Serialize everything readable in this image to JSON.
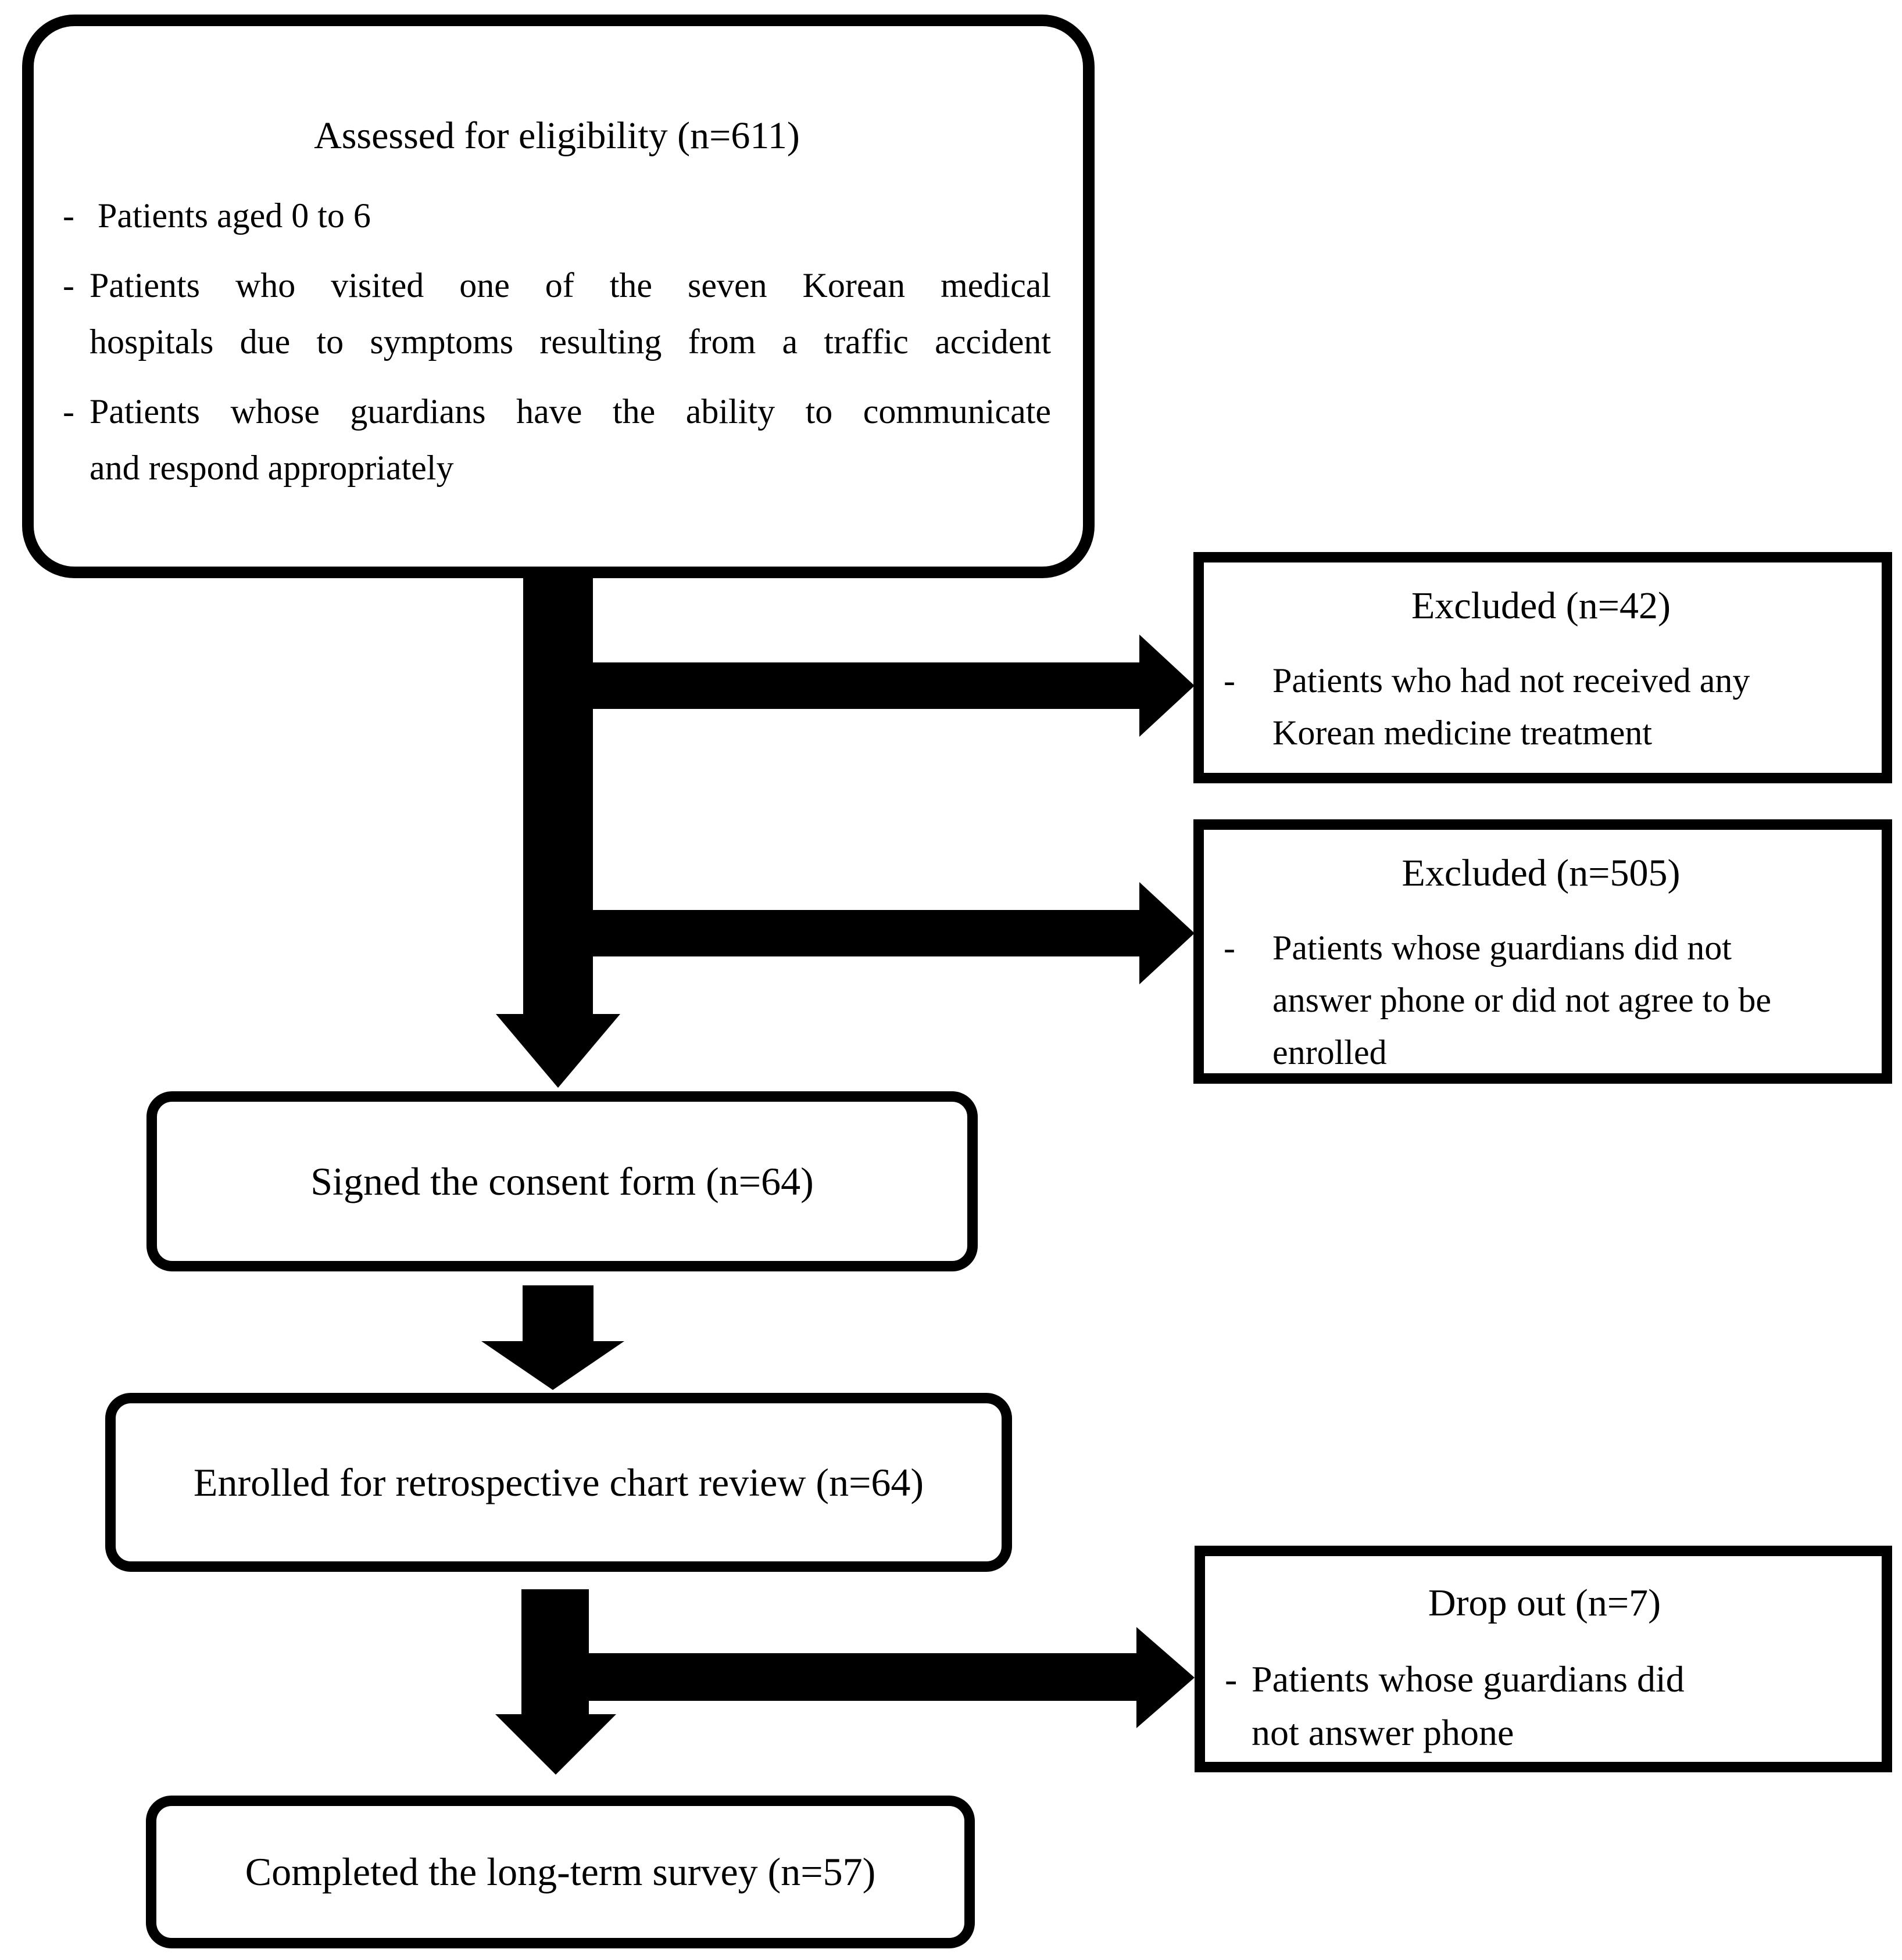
{
  "figure": {
    "kind": "patient-flow-diagram"
  },
  "colors": {
    "ink": "#000000",
    "paper": "#ffffff"
  },
  "boxes": {
    "assessed": {
      "title": "Assessed for eligibility (n=611)",
      "bullets": [
        {
          "dash": "-",
          "lines": [
            "Patients aged 0 to 6"
          ]
        },
        {
          "dash": "-",
          "lines": [
            "Patients who visited one of the seven Korean medical",
            "hospitals due to symptoms resulting from a traffic accident"
          ]
        },
        {
          "dash": "-",
          "lines": [
            "Patients whose guardians have the ability to communicate",
            "and respond appropriately"
          ]
        }
      ]
    },
    "excluded_42": {
      "title": "Excluded (n=42)",
      "bullets": [
        {
          "dash": "-",
          "lines": [
            "Patients who had not received any",
            "Korean medicine treatment"
          ]
        }
      ]
    },
    "excluded_505": {
      "title": "Excluded (n=505)",
      "bullets": [
        {
          "dash": "-",
          "lines": [
            "Patients whose guardians did not",
            "answer phone or did not agree to be",
            "enrolled"
          ]
        }
      ]
    },
    "signed": {
      "title": "Signed the consent form (n=64)"
    },
    "enrolled": {
      "title": "Enrolled for retrospective chart review (n=64)"
    },
    "dropout": {
      "title": "Drop out (n=7)",
      "bullets": [
        {
          "dash": "-",
          "lines": [
            "Patients whose guardians did",
            "not answer phone"
          ]
        }
      ]
    },
    "completed": {
      "title": "Completed the long-term survey (n=57)"
    }
  }
}
